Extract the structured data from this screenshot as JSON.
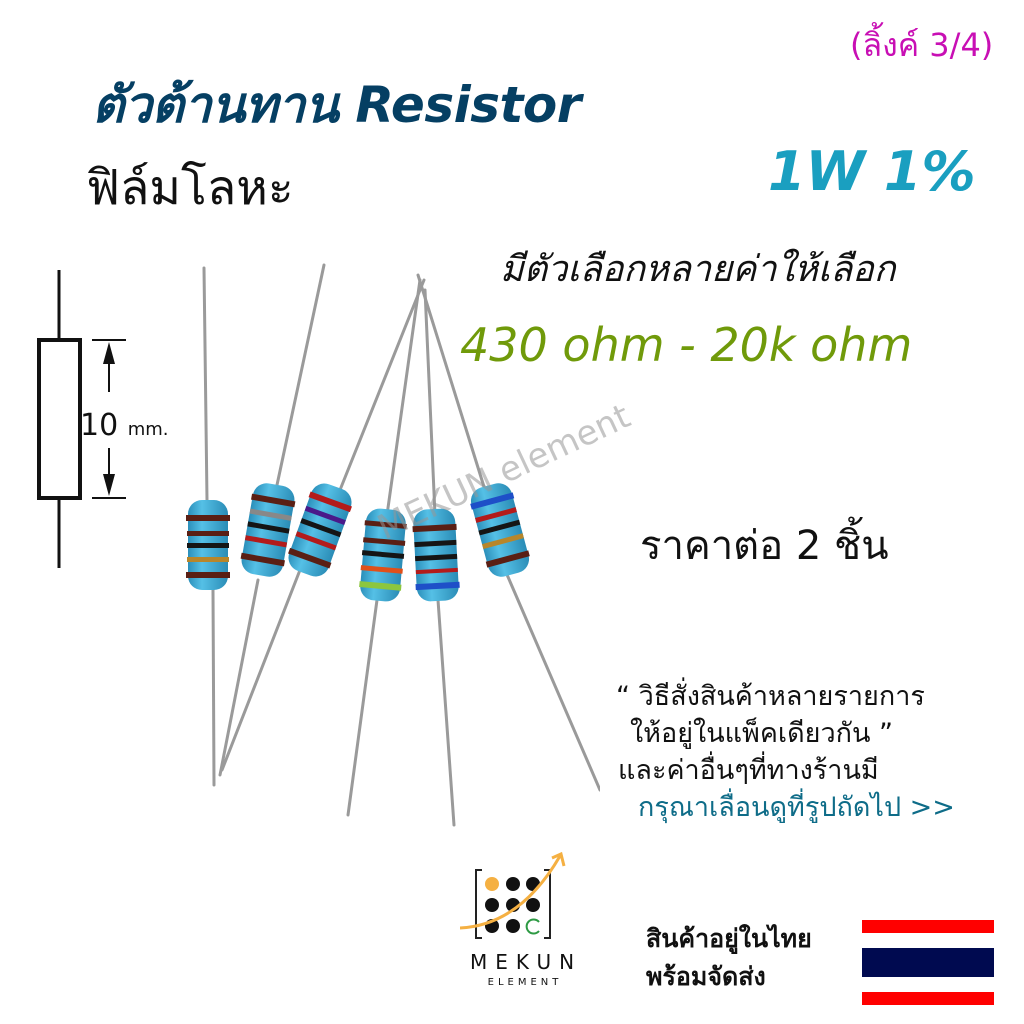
{
  "header": {
    "title": "ตัวต้านทาน Resistor",
    "link_badge": "(ลิ้งค์ 3/4)",
    "subtitle": "ฟิล์มโลหะ",
    "spec": "1W 1%"
  },
  "options": {
    "label": "มีตัวเลือกหลายค่าให้เลือก",
    "range": "430 ohm - 20k ohm"
  },
  "dimension": {
    "value": "10",
    "unit": "mm."
  },
  "price": {
    "label": "ราคาต่อ 2 ชิ้น"
  },
  "ordering_note": {
    "line1": "“ วิธีสั่งสินค้าหลายรายการ",
    "line2": "ให้อยู่ในแพ็คเดียวกัน ”",
    "line3": "และค่าอื่นๆที่ทางร้านมี",
    "line4": "กรุณาเลื่อนดูที่รูปถัดไป >>"
  },
  "shipping": {
    "line1": "สินค้าอยู่ในไทย",
    "line2": "พร้อมจัดส่ง"
  },
  "watermark": "MEKUN element",
  "logo": {
    "name": "MEKUN",
    "sub": "ELEMENT"
  },
  "colors": {
    "title": "#053f63",
    "link_badge": "#c80fb4",
    "spec": "#1a9fc0",
    "range": "#709a0a",
    "next_link": "#0e6c88",
    "resistor_body": "#3aa9d3",
    "flag_red": "#ff0000",
    "flag_blue": "#000a50",
    "logo_accent": "#f5b042"
  }
}
